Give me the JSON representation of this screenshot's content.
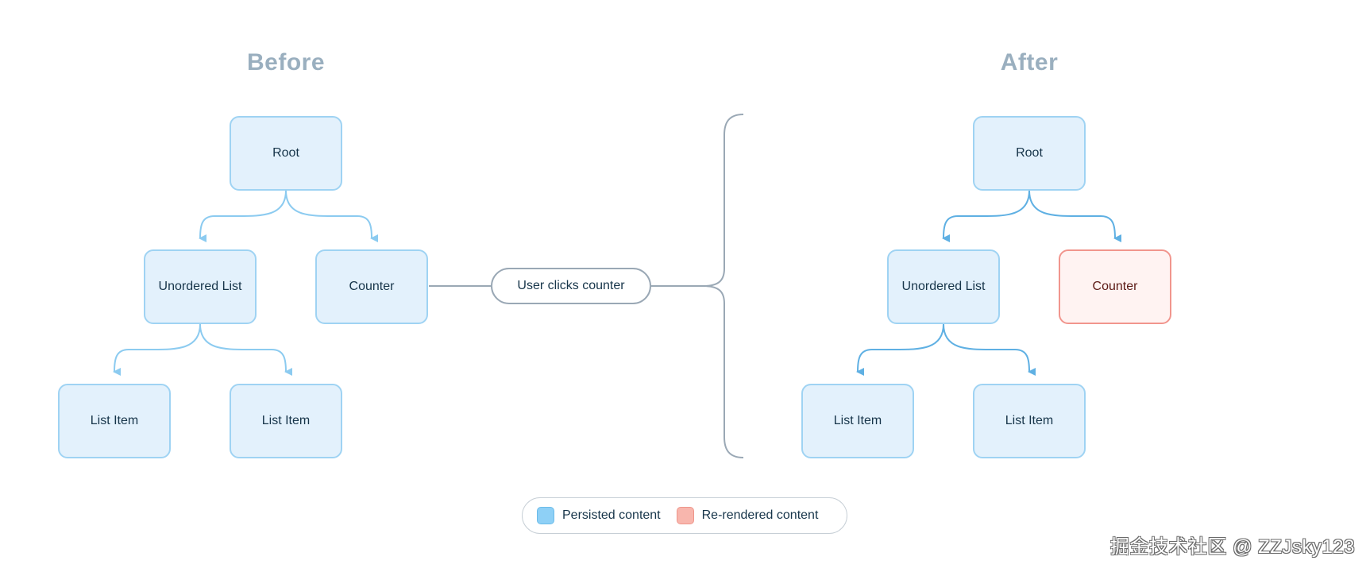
{
  "before": {
    "title": "Before",
    "nodes": {
      "root": "Root",
      "unordered_list": "Unordered List",
      "counter": "Counter",
      "list_item_1": "List Item",
      "list_item_2": "List Item"
    }
  },
  "after": {
    "title": "After",
    "nodes": {
      "root": "Root",
      "unordered_list": "Unordered List",
      "counter": "Counter",
      "list_item_1": "List Item",
      "list_item_2": "List Item"
    }
  },
  "event_label": "User clicks counter",
  "legend": {
    "persisted": "Persisted content",
    "rerendered": "Re-rendered content"
  },
  "watermark": "掘金技术社区 @ ZZJsky123",
  "colors": {
    "persisted_fill": "#e3f1fc",
    "persisted_border": "#9fd3f3",
    "rerendered_fill": "#fff3f2",
    "rerendered_border": "#f1958d",
    "connector_before": "#8ccbf0",
    "connector_after": "#5fb0e3",
    "bracket": "#9aa8b5"
  }
}
